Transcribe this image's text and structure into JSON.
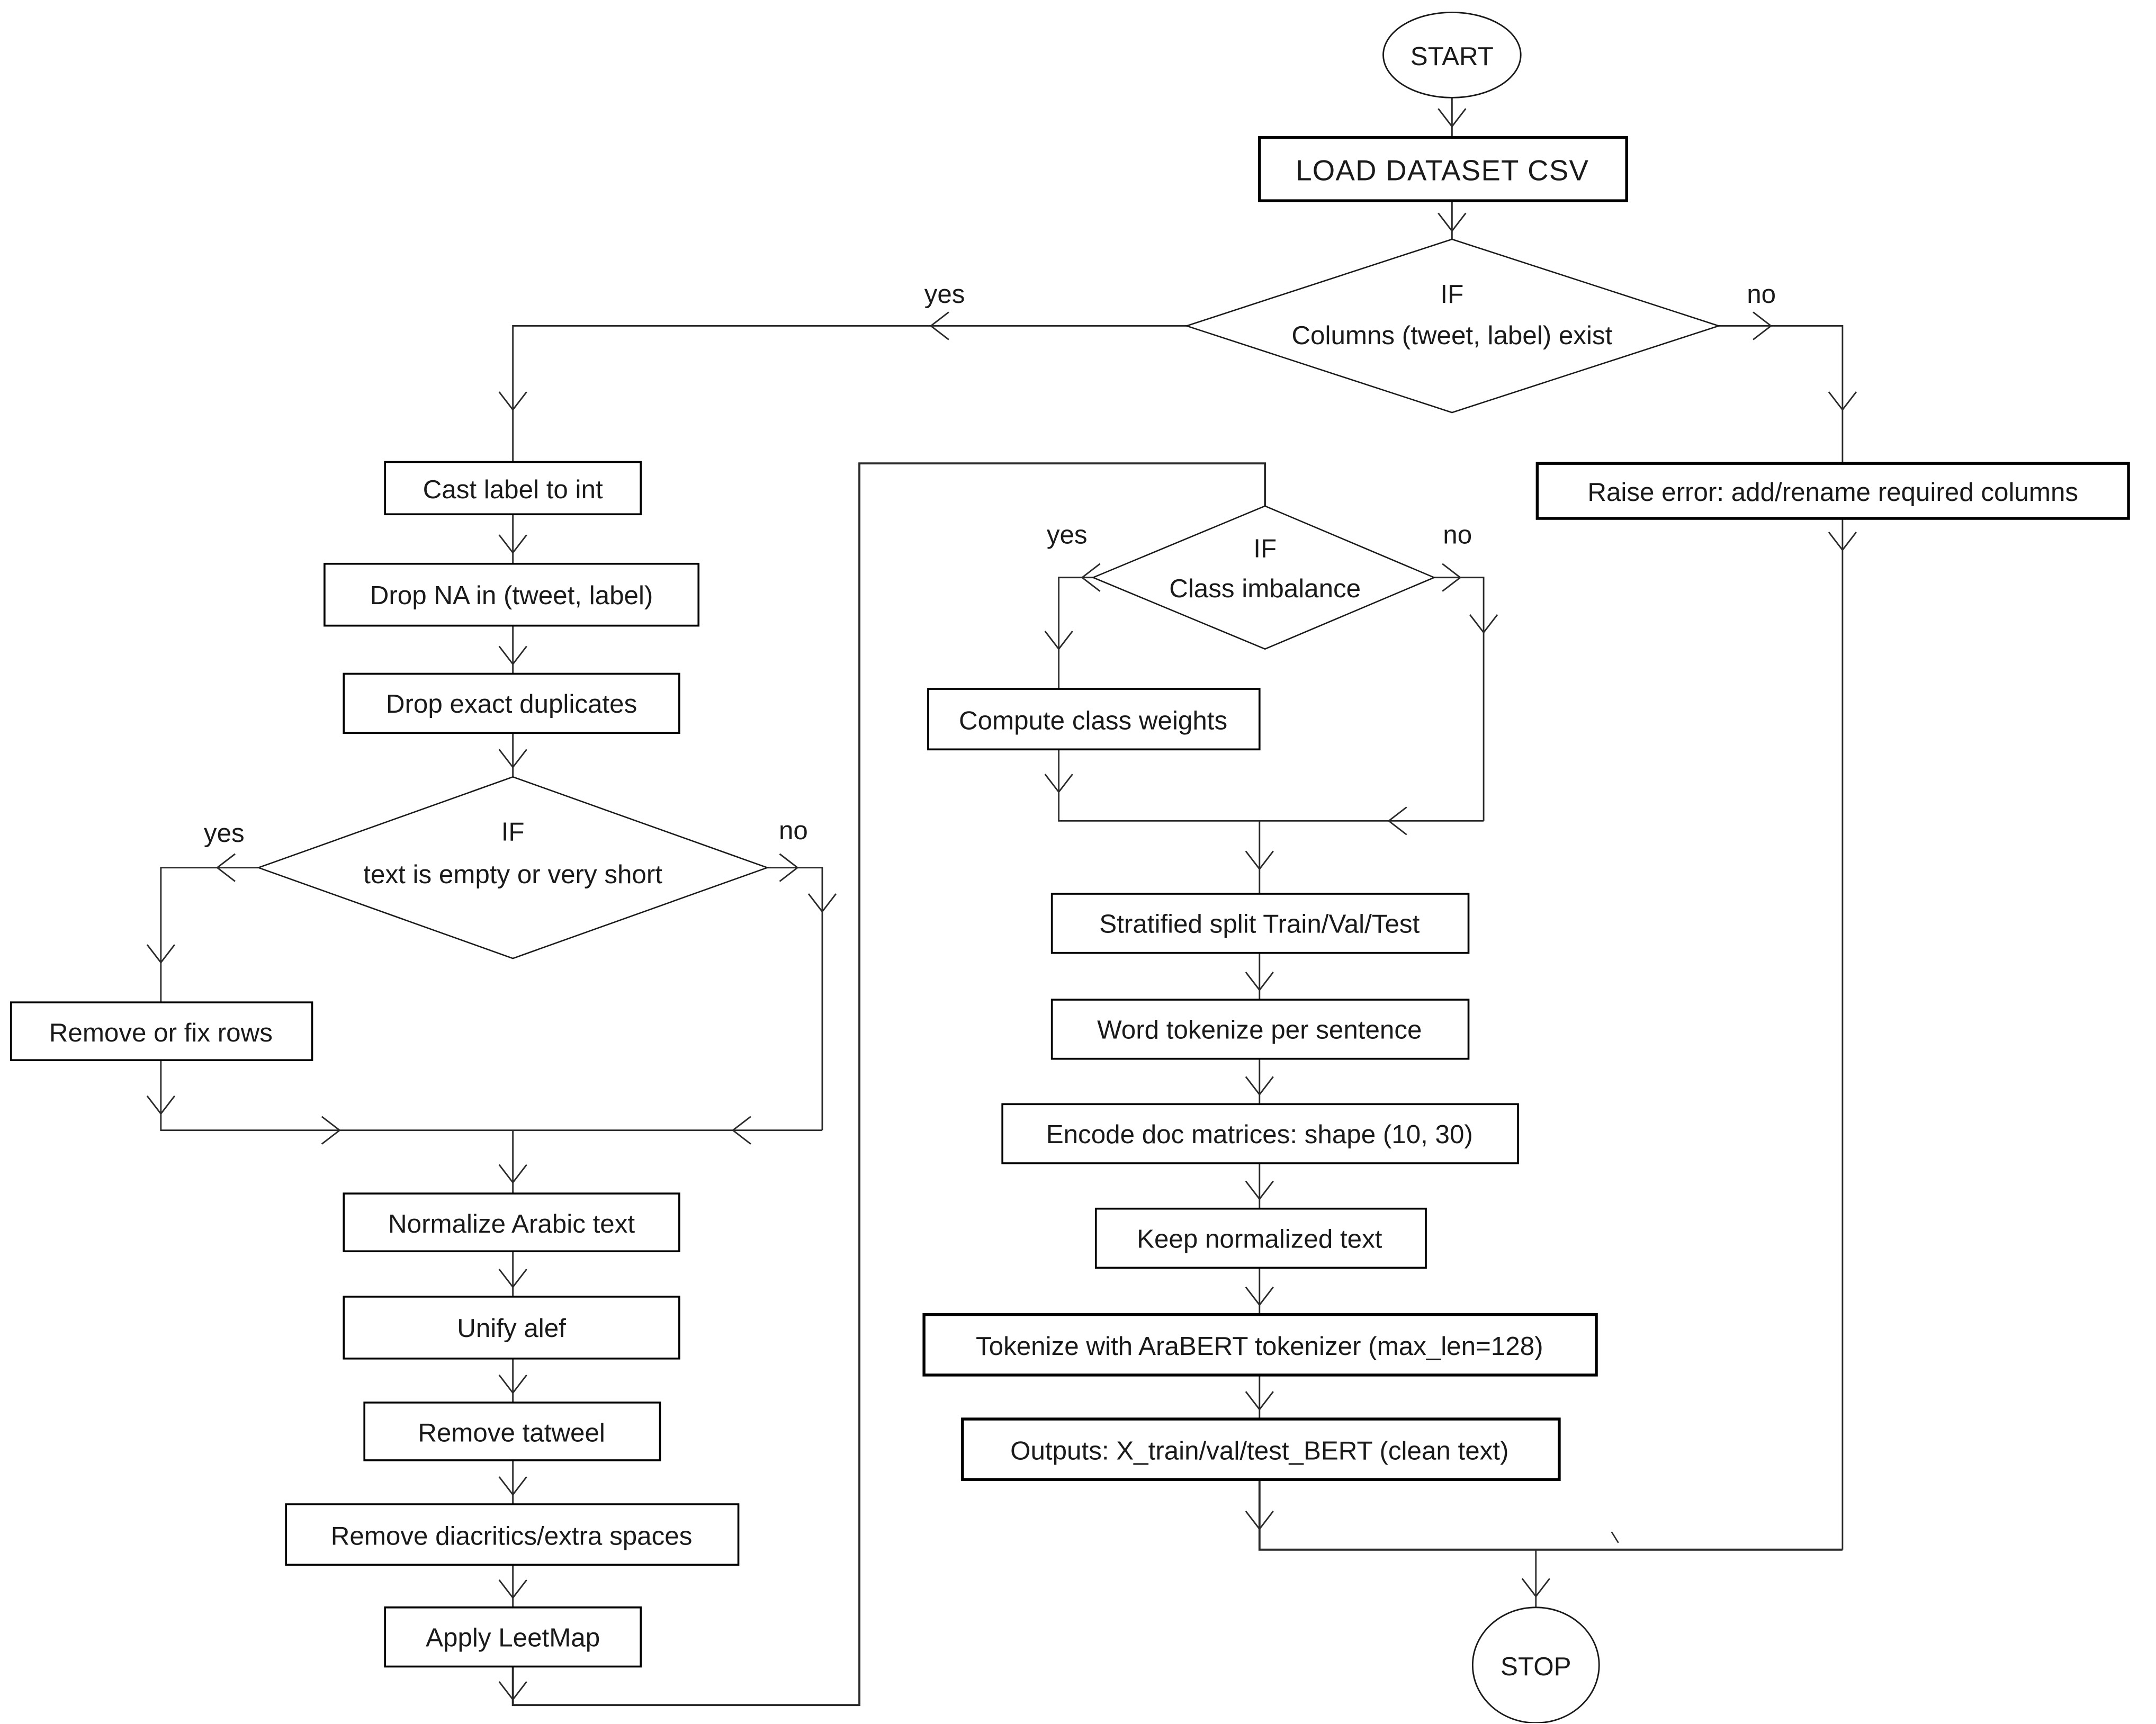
{
  "flowchart": {
    "background": "#ffffff",
    "line_color": "#2a2a2a",
    "text_color": "#1a1a1a",
    "load_text_color": "#17233f",
    "terminals": {
      "start": "START",
      "stop": "STOP"
    },
    "steps": {
      "load_dataset": "LOAD DATASET CSV",
      "cast_label": "Cast label to int",
      "drop_na": "Drop NA in (tweet, label)",
      "drop_duplicates": "Drop exact duplicates",
      "remove_fix_rows": "Remove or fix rows",
      "normalize_arabic": "Normalize Arabic text",
      "unify_alef": "Unify alef",
      "remove_tatweel": "Remove tatweel",
      "remove_diacritics": "Remove diacritics/extra spaces",
      "apply_leetmap": "Apply LeetMap",
      "compute_class_weights": "Compute class weights",
      "stratified_split": "Stratified split Train/Val/Test",
      "word_tokenize": "Word tokenize per sentence",
      "encode_doc": "Encode doc matrices: shape (10, 30)",
      "keep_normalized": "Keep normalized text",
      "tokenize_arabert": "Tokenize with AraBERT tokenizer (max_len=128)",
      "outputs_bert": "Outputs: X_train/val/test_BERT (clean text)",
      "raise_error": "Raise error: add/rename required columns"
    },
    "decisions": {
      "columns_exist": {
        "keyword": "IF",
        "condition": "Columns (tweet, label) exist",
        "yes_label": "yes",
        "no_label": "no"
      },
      "text_empty": {
        "keyword": "IF",
        "condition": "text is empty or very short",
        "yes_label": "yes",
        "no_label": "no"
      },
      "class_imbalance": {
        "keyword": "IF",
        "condition": "Class imbalance",
        "yes_label": "yes",
        "no_label": "no"
      }
    }
  }
}
